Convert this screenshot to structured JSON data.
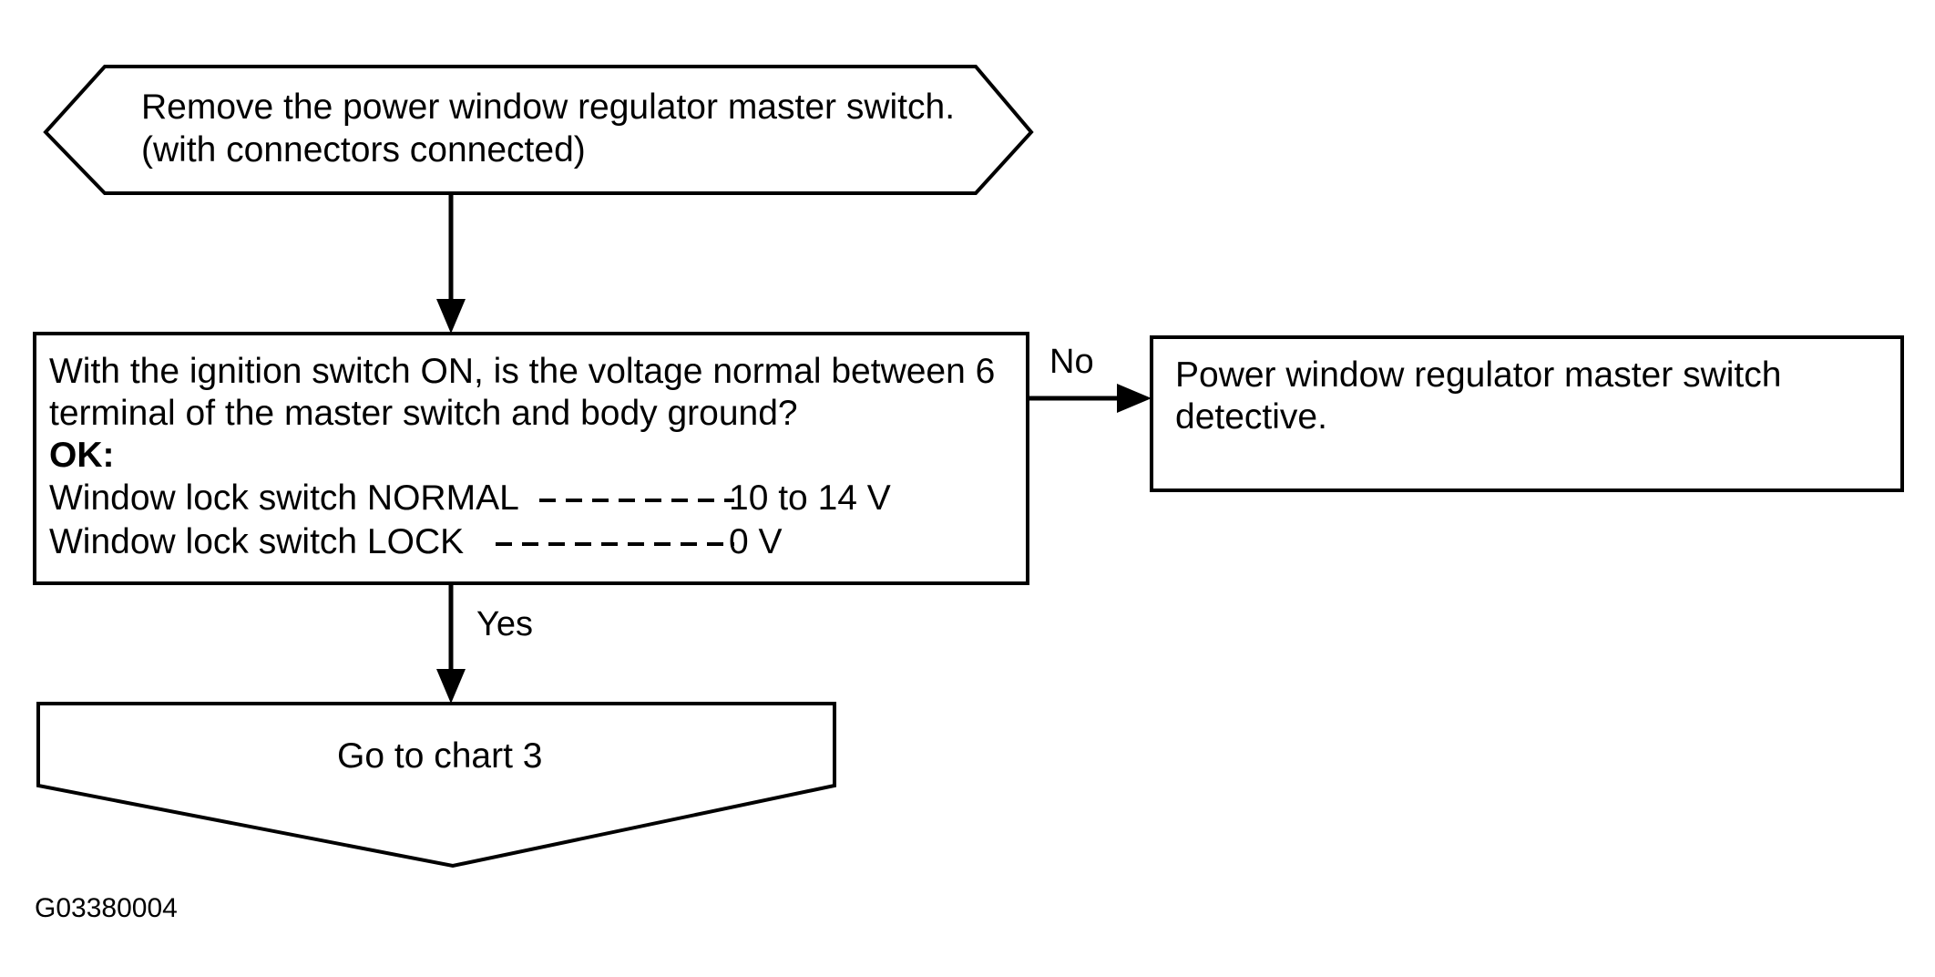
{
  "figure": {
    "id_label": "G03380004",
    "type": "troubleshooting-flowchart"
  },
  "nodes": {
    "start": {
      "shape": "hexagon",
      "line1": "Remove the power window regulator master switch.",
      "line2": "(with connectors connected)"
    },
    "decision": {
      "shape": "rectangle",
      "line1": "With the ignition switch ON, is the voltage normal between 6",
      "line2": "terminal of the master switch and body ground?",
      "ok_label": "OK:",
      "spec1_label": "Window lock switch NORMAL",
      "spec1_value": "10 to 14 V",
      "spec2_label": "Window lock switch LOCK",
      "spec2_value": "0 V"
    },
    "result_no": {
      "shape": "rectangle",
      "line1": "Power window regulator master switch",
      "line2": "detective."
    },
    "result_yes": {
      "shape": "pentagon-down",
      "text": "Go to chart 3"
    }
  },
  "edges": {
    "start_to_decision": {
      "label": "",
      "direction": "down"
    },
    "decision_to_no": {
      "label": "No",
      "direction": "right"
    },
    "decision_to_yes": {
      "label": "Yes",
      "direction": "down"
    }
  },
  "colors": {
    "stroke": "#000000",
    "fill": "#ffffff",
    "text": "#000000"
  }
}
